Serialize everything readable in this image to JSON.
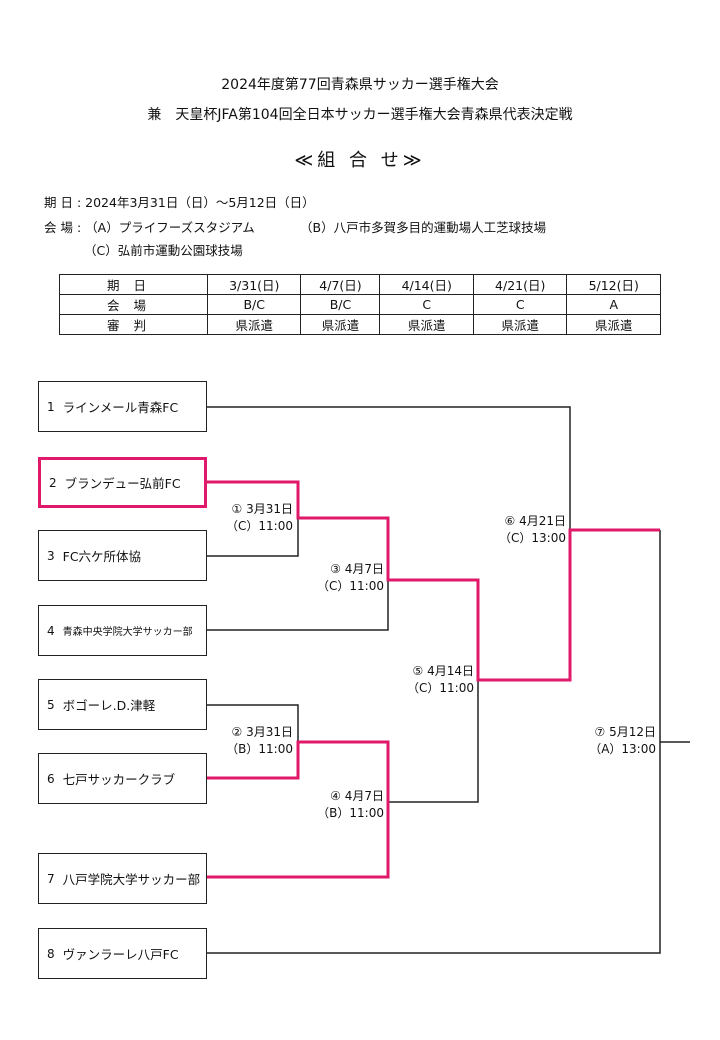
{
  "header": {
    "title_line1": "2024年度第77回青森県サッカー選手権大会",
    "title_line2": "兼　天皇杯JFA第104回全日本サッカー選手権大会青森県代表決定戦",
    "subtitle": "≪組 合 せ≫"
  },
  "info": {
    "date_label": "期 日 :",
    "date_value": "2024年3月31日（日）～5月12日（日）",
    "venue_label": "会 場 :",
    "venue_a": "（A）プライフーズスタジアム",
    "venue_b": "（B）八戸市多賀多目的運動場人工芝球技場",
    "venue_c": "（C）弘前市運動公園球技場"
  },
  "schedule": {
    "rows": [
      {
        "header": "期日",
        "cells": [
          "3/31(日)",
          "4/7(日)",
          "4/14(日)",
          "4/21(日)",
          "5/12(日)"
        ]
      },
      {
        "header": "会場",
        "cells": [
          "B/C",
          "B/C",
          "C",
          "C",
          "A"
        ]
      },
      {
        "header": "審判",
        "cells": [
          "県派遣",
          "県派遣",
          "県派遣",
          "県派遣",
          "県派遣"
        ]
      }
    ]
  },
  "teams": [
    {
      "seed": "1",
      "name": "ラインメール青森FC"
    },
    {
      "seed": "2",
      "name": "ブランデュー弘前FC"
    },
    {
      "seed": "3",
      "name": "FC六ケ所体協"
    },
    {
      "seed": "4",
      "name": "青森中央学院大学サッカー部"
    },
    {
      "seed": "5",
      "name": "ボゴーレ.D.津軽"
    },
    {
      "seed": "6",
      "name": "七戸サッカークラブ"
    },
    {
      "seed": "7",
      "name": "八戸学院大学サッカー部"
    },
    {
      "seed": "8",
      "name": "ヴァンラーレ八戸FC"
    }
  ],
  "matches": [
    {
      "no": "①",
      "date": "3月31日",
      "venue_time": "（C）11:00"
    },
    {
      "no": "②",
      "date": "3月31日",
      "venue_time": "（B）11:00"
    },
    {
      "no": "③",
      "date": "4月7日",
      "venue_time": "（C）11:00"
    },
    {
      "no": "④",
      "date": "4月7日",
      "venue_time": "（B）11:00"
    },
    {
      "no": "⑤",
      "date": "4月14日",
      "venue_time": "（C）11:00"
    },
    {
      "no": "⑥",
      "date": "4月21日",
      "venue_time": "（C）13:00"
    },
    {
      "no": "⑦",
      "date": "5月12日",
      "venue_time": "（A）13:00"
    }
  ],
  "colors": {
    "winner_line": "#e0196a",
    "line": "#222222"
  }
}
